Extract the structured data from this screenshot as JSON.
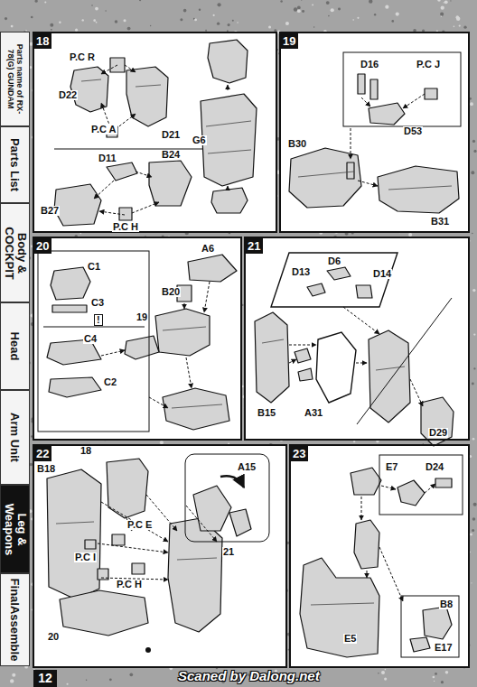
{
  "diagram": {
    "nodes": [
      {
        "text": [
          "Parts name of RX-78(G) GUNDAM"
        ]
      },
      {
        "text": [
          "Parts List"
        ]
      },
      {
        "text": [
          "Body & COCKPIT"
        ]
      },
      {
        "text": [
          "Head"
        ]
      },
      {
        "text": [
          "Arm Unit"
        ]
      },
      {
        "text": [
          "Leg & Weapons"
        ]
      },
      {
        "text": [
          "FinalAssemble"
        ]
      },
      {
        "text": [
          "18"
        ]
      },
      {
        "text": [
          "19"
        ]
      },
      {
        "text": [
          "20"
        ]
      },
      {
        "text": [
          "21"
        ]
      },
      {
        "text": [
          "22"
        ]
      },
      {
        "text": [
          "23"
        ]
      },
      {
        "text": [
          "12"
        ]
      }
    ],
    "labels": [
      "P.C R",
      "D22",
      "D21",
      "P.C A",
      "G6",
      "D11",
      "B24",
      "B27",
      "P.C H",
      "D16",
      "P.C J",
      "D53",
      "B30",
      "B31",
      "C1",
      "C3",
      "!",
      "C4",
      "C2",
      "A6",
      "B20",
      "19",
      "D6",
      "D13",
      "D14",
      "B15",
      "A31",
      "D29",
      "18",
      "B18",
      "P.C E",
      "P.C I",
      "P.C H",
      "21",
      "A15",
      "20",
      "D24",
      "E7",
      "B8",
      "E17",
      "E5",
      "Scaned by Dalong.net"
    ]
  }
}
